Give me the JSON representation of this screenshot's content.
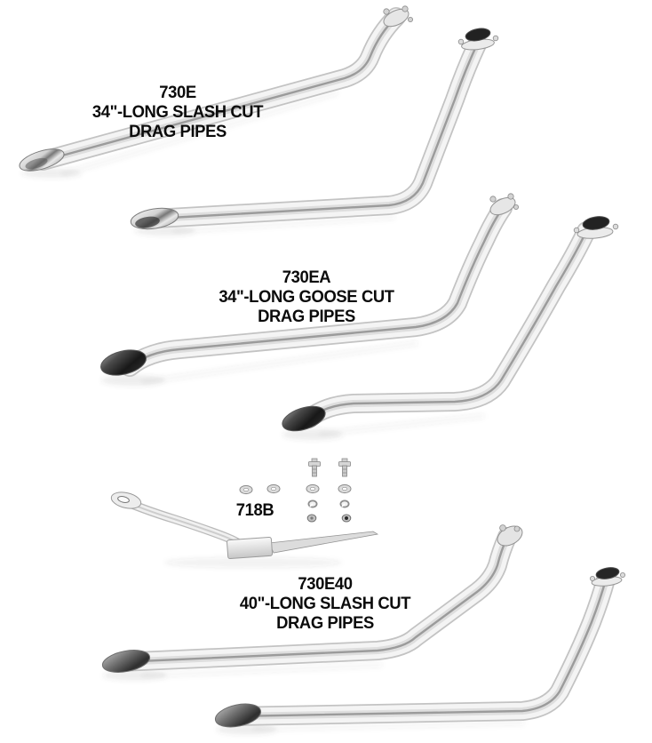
{
  "page": {
    "background_color": "#ffffff",
    "text_color": "#0b0b0b"
  },
  "colors": {
    "chrome_highlight": "#f4f4f4",
    "chrome_edge": "#c3c3c3",
    "chrome_streak": "#9b9b9b",
    "pipe_opening_dark": "#181818"
  },
  "products": [
    {
      "code": "730E",
      "desc_line1": "34\"-LONG SLASH CUT",
      "desc_line2": "DRAG PIPES",
      "photo": "two-chrome-slash-cut-drag-pipes"
    },
    {
      "code": "730EA",
      "desc_line1": "34\"-LONG GOOSE CUT",
      "desc_line2": "DRAG PIPES",
      "photo": "two-chrome-goose-cut-drag-pipes"
    },
    {
      "code": "718B",
      "photo": "chrome-mounting-bracket-with-bolts-washers-nuts"
    },
    {
      "code": "730E40",
      "desc_line1": "40\"-LONG SLASH CUT",
      "desc_line2": "DRAG PIPES",
      "photo": "two-chrome-slash-cut-drag-pipes-long"
    }
  ]
}
